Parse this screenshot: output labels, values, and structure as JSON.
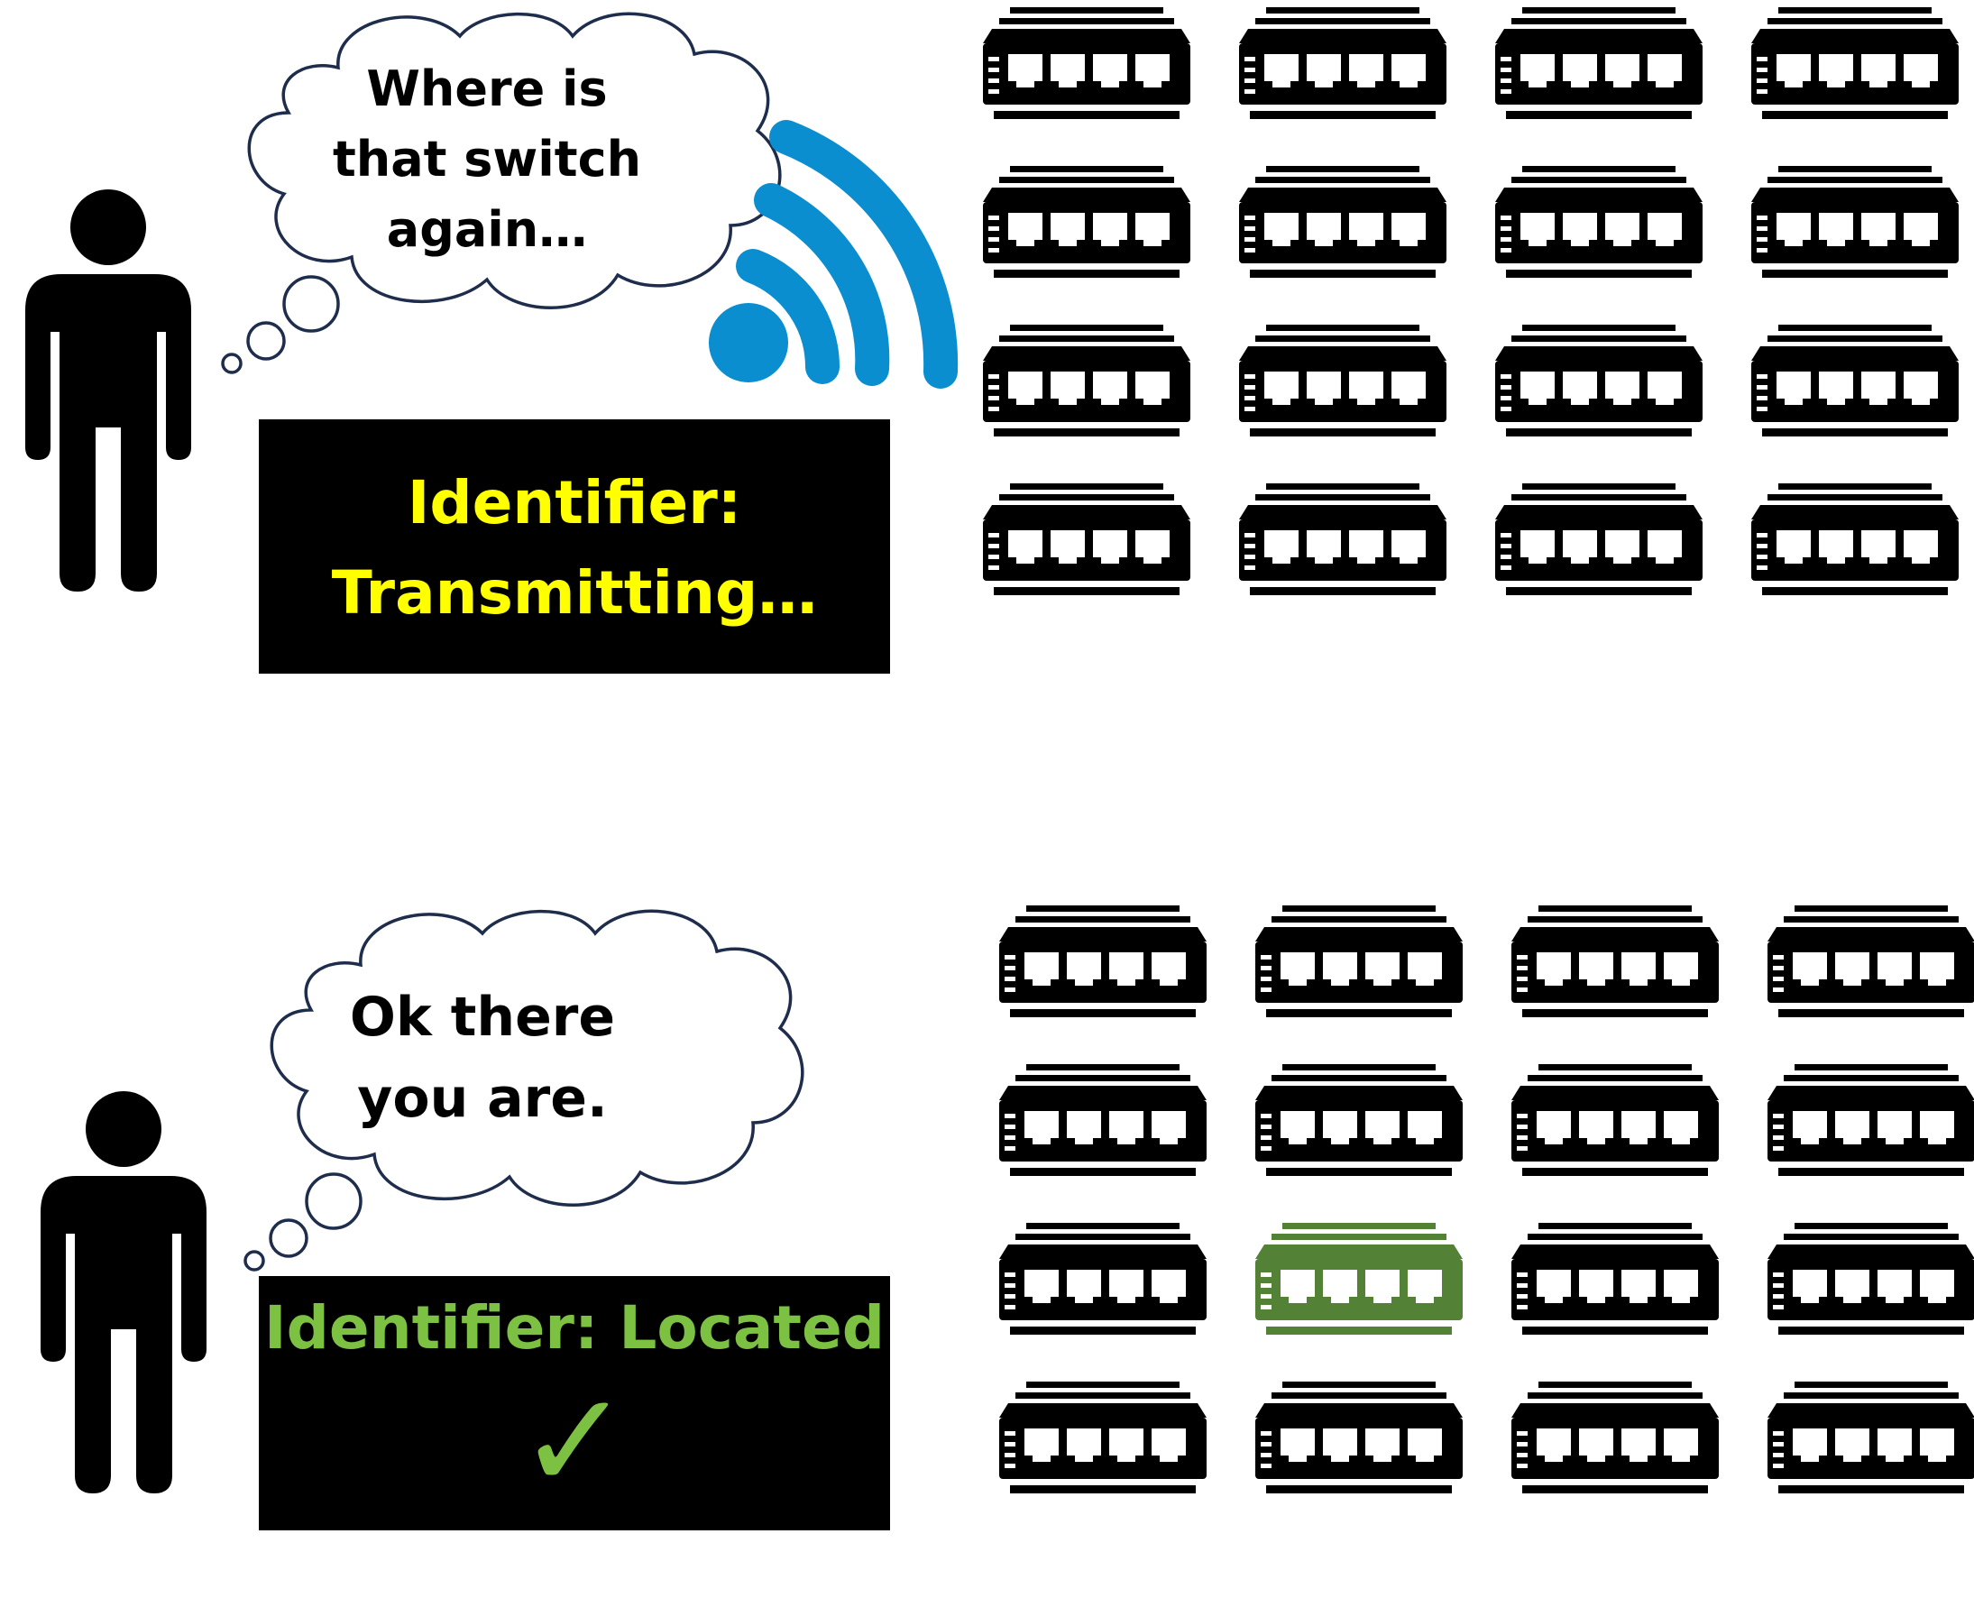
{
  "colors": {
    "background": "#ffffff",
    "figure": "#000000",
    "cloud_stroke": "#1f2d4d",
    "wifi": "#0a8ecf",
    "status_box": "#000000",
    "transmitting_text": "#ffff00",
    "located_text": "#7dc142",
    "switch_default": "#000000",
    "switch_highlight": "#538135",
    "port": "#ffffff"
  },
  "scene_top": {
    "thought_lines": [
      "Where is",
      "that switch",
      "again…"
    ],
    "status_lines": [
      "Identifier:",
      "Transmitting…"
    ],
    "icon": "wifi-signal-icon",
    "switch_grid": {
      "rows": 4,
      "cols": 4,
      "highlighted": null
    }
  },
  "scene_bottom": {
    "thought_lines": [
      "Ok there",
      "you are."
    ],
    "status_lines": [
      "Identifier: Located"
    ],
    "checkmark": "✓",
    "switch_grid": {
      "rows": 4,
      "cols": 4,
      "highlighted": {
        "row": 2,
        "col": 1
      }
    }
  }
}
